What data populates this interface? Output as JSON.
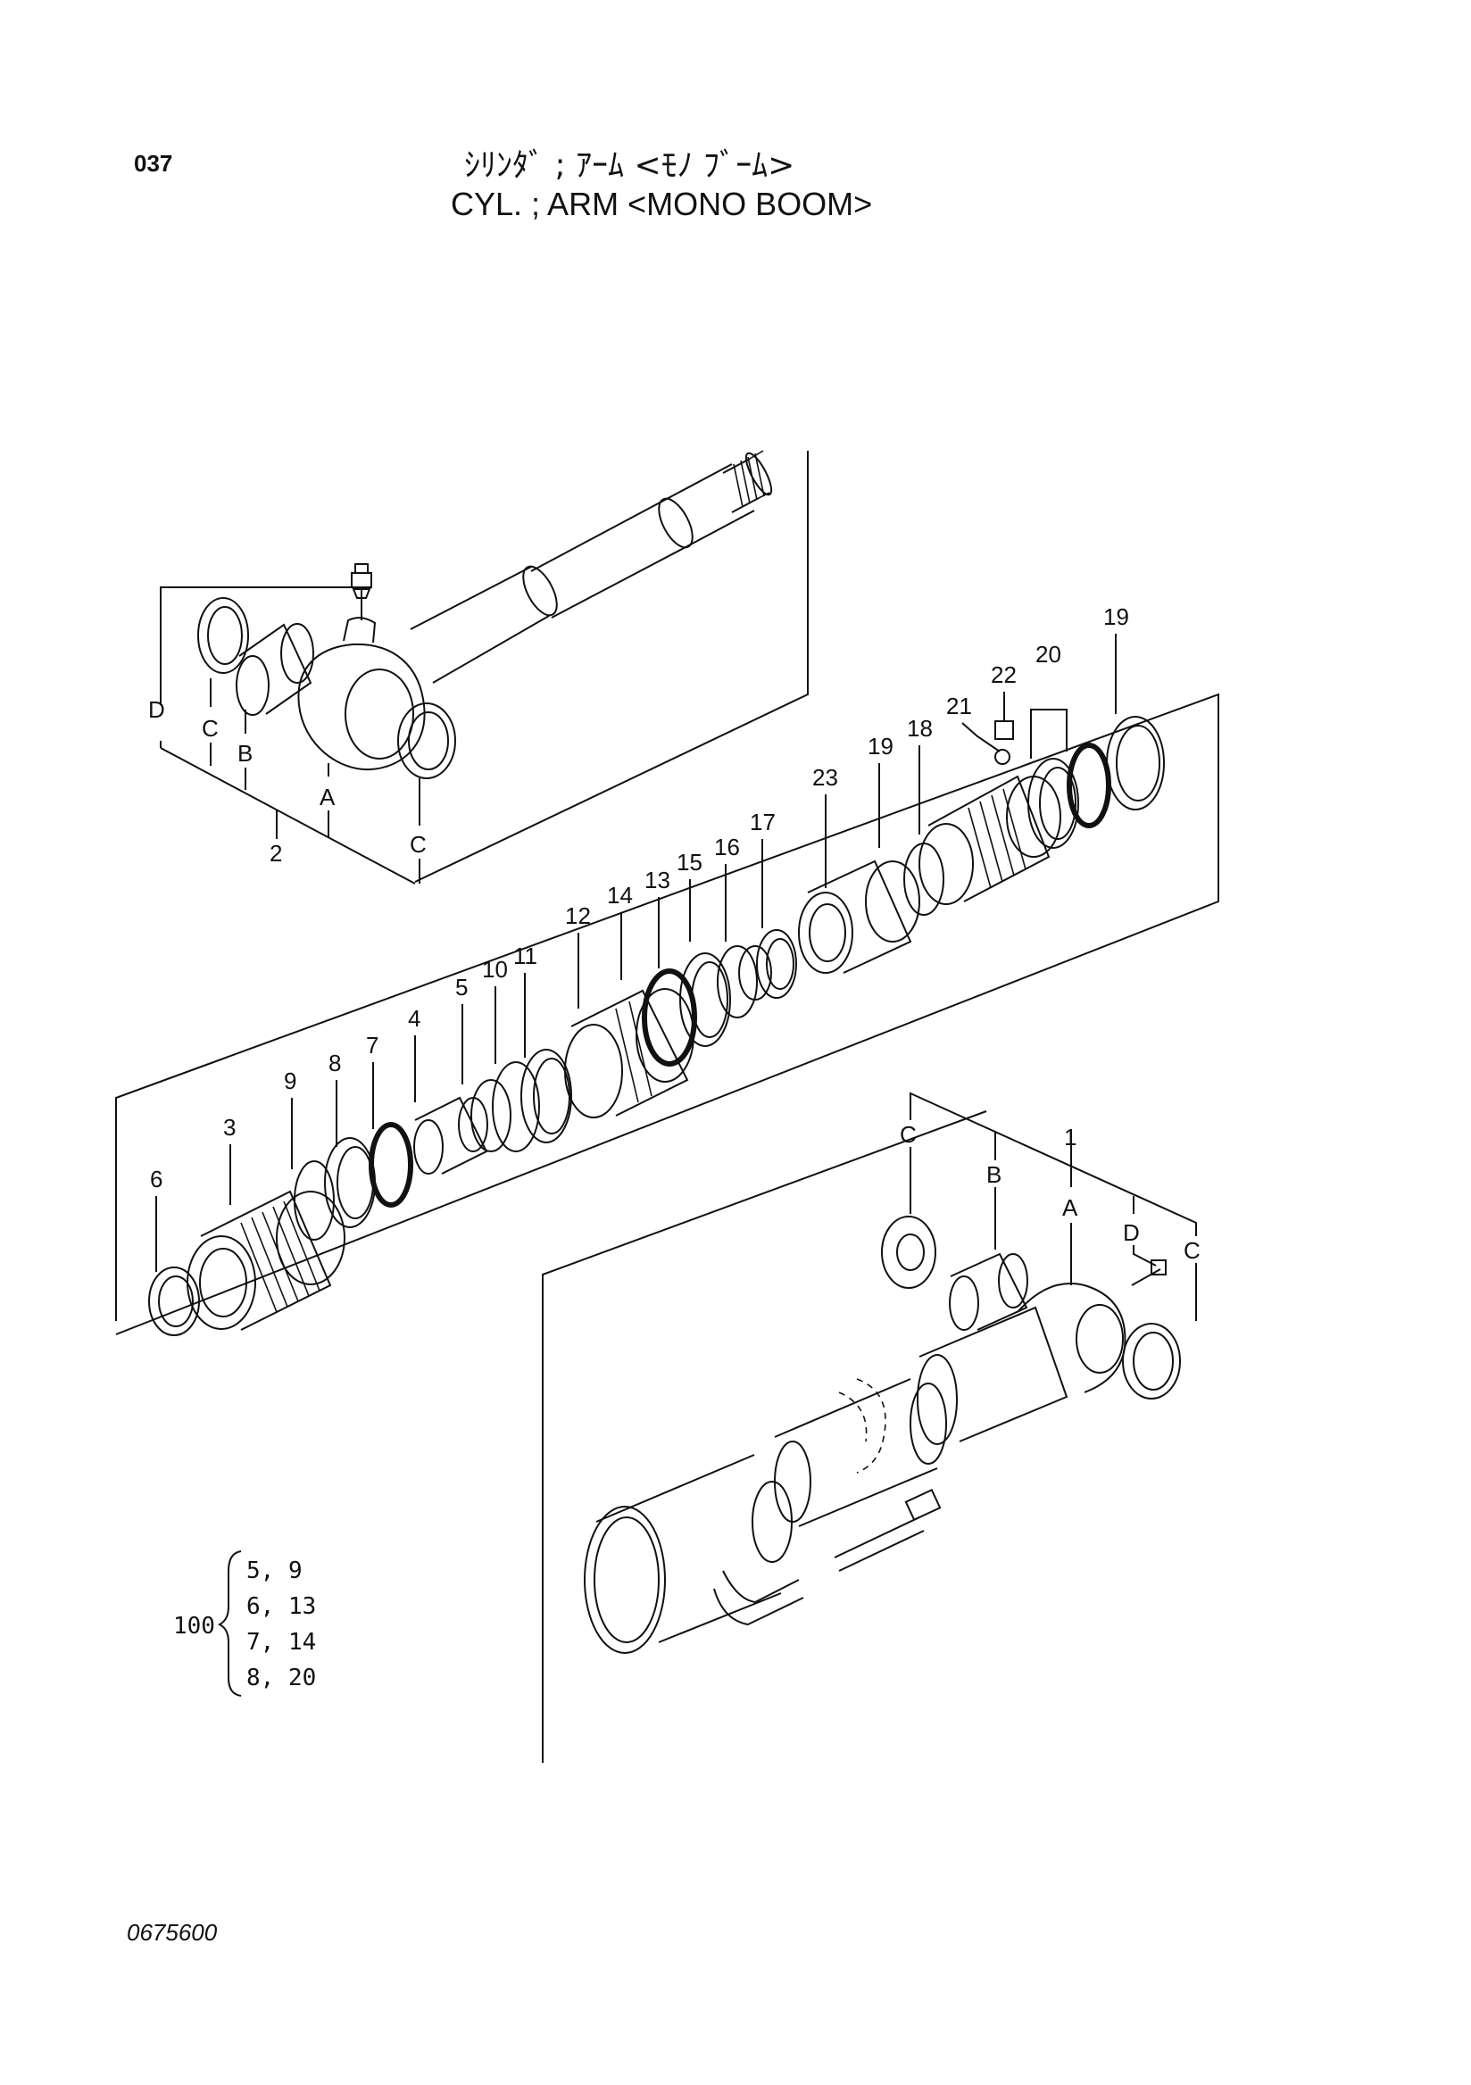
{
  "header": {
    "page_number": "037",
    "title_jp": "ｼﾘﾝﾀﾞ ; ｱｰﾑ <ﾓﾉ ﾌﾞｰﾑ>",
    "title_en": "CYL. ; ARM <MONO BOOM>"
  },
  "footer": {
    "drawing_number": "0675600"
  },
  "rod_assembly": {
    "part_no": "2",
    "letters": {
      "A": "A",
      "B": "B",
      "C1": "C",
      "C2": "C",
      "D": "D"
    }
  },
  "piston_callouts": {
    "p3": "3",
    "p4": "4",
    "p5": "5",
    "p6": "6",
    "p7": "7",
    "p8": "8",
    "p9": "9",
    "p10": "10",
    "p11": "11",
    "p12": "12",
    "p13": "13",
    "p14": "14",
    "p15": "15",
    "p16": "16",
    "p17": "17",
    "p18": "18",
    "p19a": "19",
    "p19b": "19",
    "p20": "20",
    "p21": "21",
    "p22": "22",
    "p23": "23"
  },
  "tube_assembly": {
    "part_no": "1",
    "letters": {
      "A": "A",
      "B": "B",
      "C1": "C",
      "C2": "C",
      "D": "D"
    }
  },
  "seal_kit": {
    "part_no": "100",
    "rows": [
      "5,  9",
      "6, 13",
      "7, 14",
      "8, 20"
    ]
  }
}
